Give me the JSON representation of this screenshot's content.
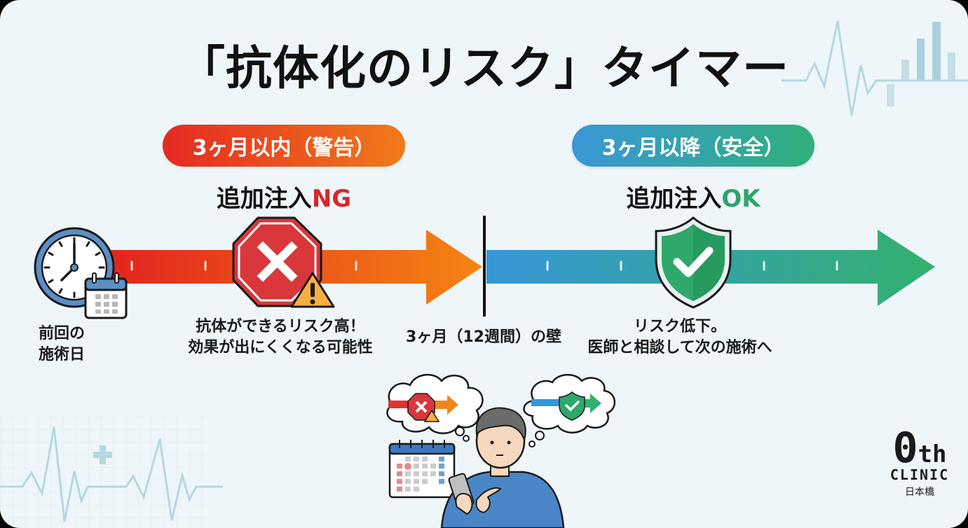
{
  "title": "「抗体化のリスク」タイマー",
  "phases": {
    "warning": {
      "pill_label": "3ヶ月以内（警告）",
      "status_prefix": "追加注入",
      "status_highlight": "NG",
      "caption_line1": "抗体ができるリスク高！",
      "caption_line2": "効果が出にくくなる可能性",
      "icon": "stop-x-icon",
      "colors": {
        "start": "#e52a22",
        "end": "#f07a1a",
        "highlight": "#d8262b"
      }
    },
    "safe": {
      "pill_label": "3ヶ月以降（安全）",
      "status_prefix": "追加注入",
      "status_highlight": "OK",
      "caption_line1": "リスク低下。",
      "caption_line2": "医師と相談して次の施術へ",
      "icon": "shield-check-icon",
      "colors": {
        "start": "#3a97d8",
        "end": "#2fb07a",
        "highlight": "#2fa36b"
      }
    }
  },
  "timeline": {
    "start_label_line1": "前回の",
    "start_label_line2": "施術日",
    "wall_label": "3ヶ月（12週間）の壁"
  },
  "logo": {
    "mark": "0",
    "suffix": "th",
    "name": "CLINIC",
    "location": "日本橋"
  }
}
